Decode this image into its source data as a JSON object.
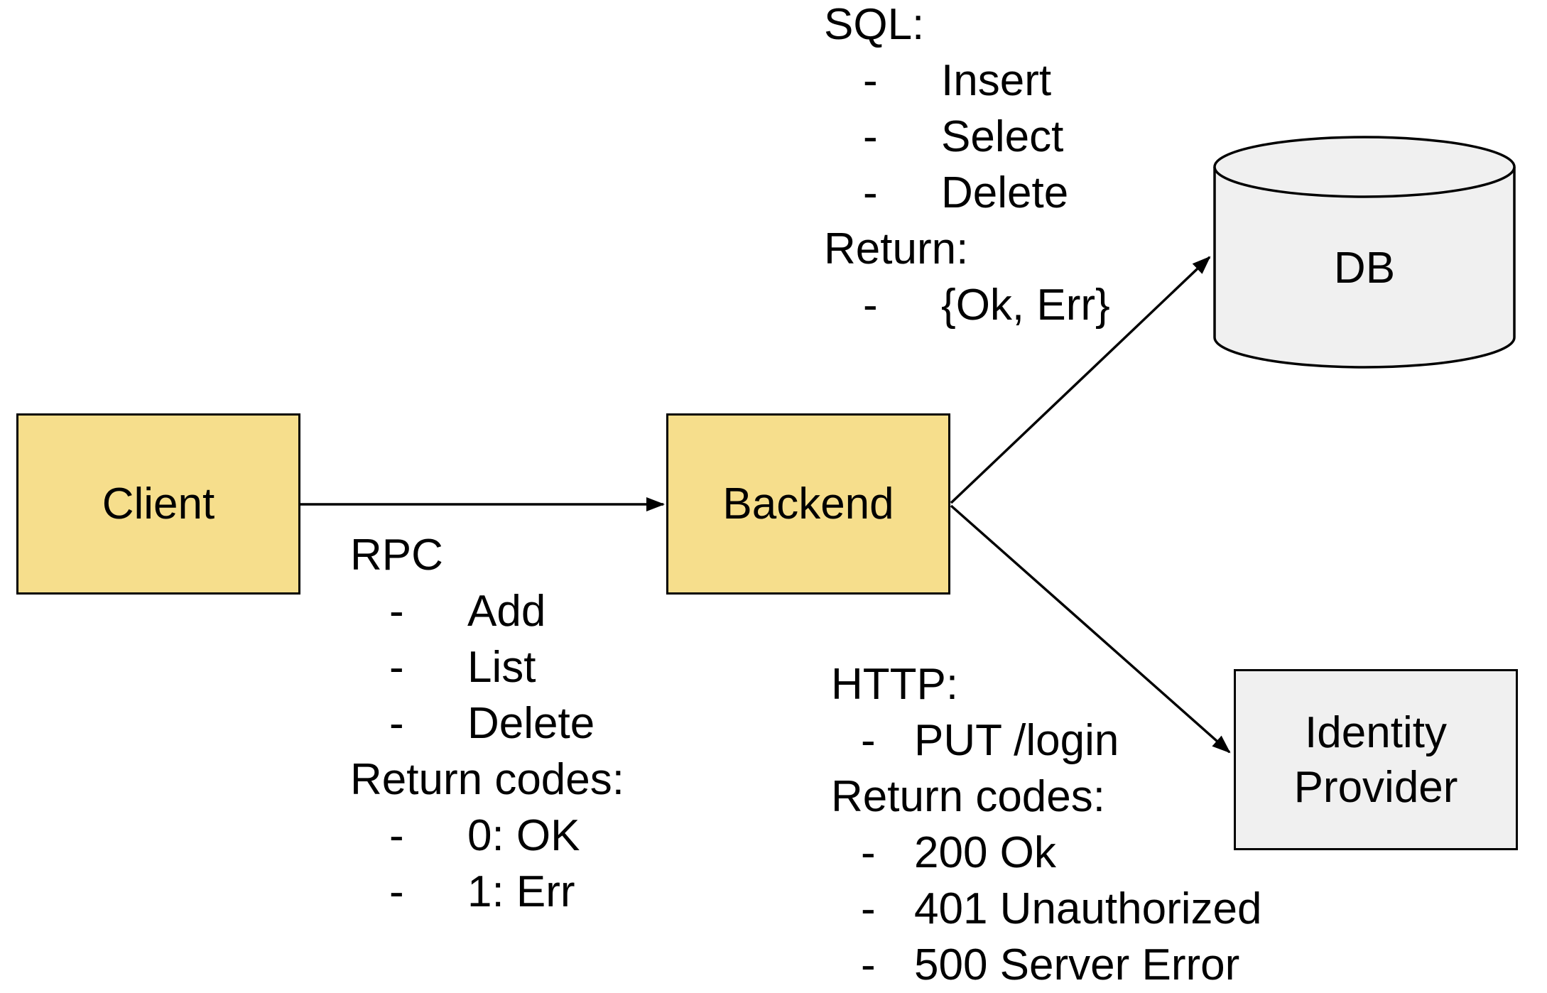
{
  "diagram": {
    "background": "#ffffff",
    "colors": {
      "node_fill_yellow": "#F6DE8C",
      "node_fill_grey": "#F0F0F0",
      "stroke": "#000000"
    },
    "nodes": {
      "client": {
        "label": "Client",
        "shape": "rectangle",
        "fill": "#F6DE8C"
      },
      "backend": {
        "label": "Backend",
        "shape": "rectangle",
        "fill": "#F6DE8C"
      },
      "db": {
        "label": "DB",
        "shape": "cylinder",
        "fill": "#F0F0F0"
      },
      "identity_provider": {
        "label": "Identity Provider",
        "shape": "rectangle",
        "fill": "#F0F0F0"
      }
    },
    "edges": [
      {
        "from": "client",
        "to": "backend",
        "label": "RPC"
      },
      {
        "from": "backend",
        "to": "db",
        "label": "SQL"
      },
      {
        "from": "backend",
        "to": "identity_provider",
        "label": "HTTP"
      }
    ],
    "annotations": {
      "bullet_char": "-",
      "rpc": {
        "lines": [
          {
            "text": "RPC",
            "bullet": false
          },
          {
            "text": "Add",
            "bullet": true
          },
          {
            "text": "List",
            "bullet": true
          },
          {
            "text": "Delete",
            "bullet": true
          },
          {
            "text": "Return codes:",
            "bullet": false
          },
          {
            "text": "0: OK",
            "bullet": true
          },
          {
            "text": "1: Err",
            "bullet": true
          }
        ]
      },
      "sql": {
        "lines": [
          {
            "text": "SQL:",
            "bullet": false
          },
          {
            "text": "Insert",
            "bullet": true
          },
          {
            "text": "Select",
            "bullet": true
          },
          {
            "text": "Delete",
            "bullet": true
          },
          {
            "text": "Return:",
            "bullet": false
          },
          {
            "text": "{Ok, Err}",
            "bullet": true
          }
        ]
      },
      "http": {
        "lines": [
          {
            "text": "HTTP:",
            "bullet": false
          },
          {
            "text": "PUT /login",
            "bullet": true
          },
          {
            "text": "Return codes:",
            "bullet": false
          },
          {
            "text": "200 Ok",
            "bullet": true
          },
          {
            "text": "401 Unauthorized",
            "bullet": true
          },
          {
            "text": "500 Server Error",
            "bullet": true
          }
        ]
      }
    }
  }
}
